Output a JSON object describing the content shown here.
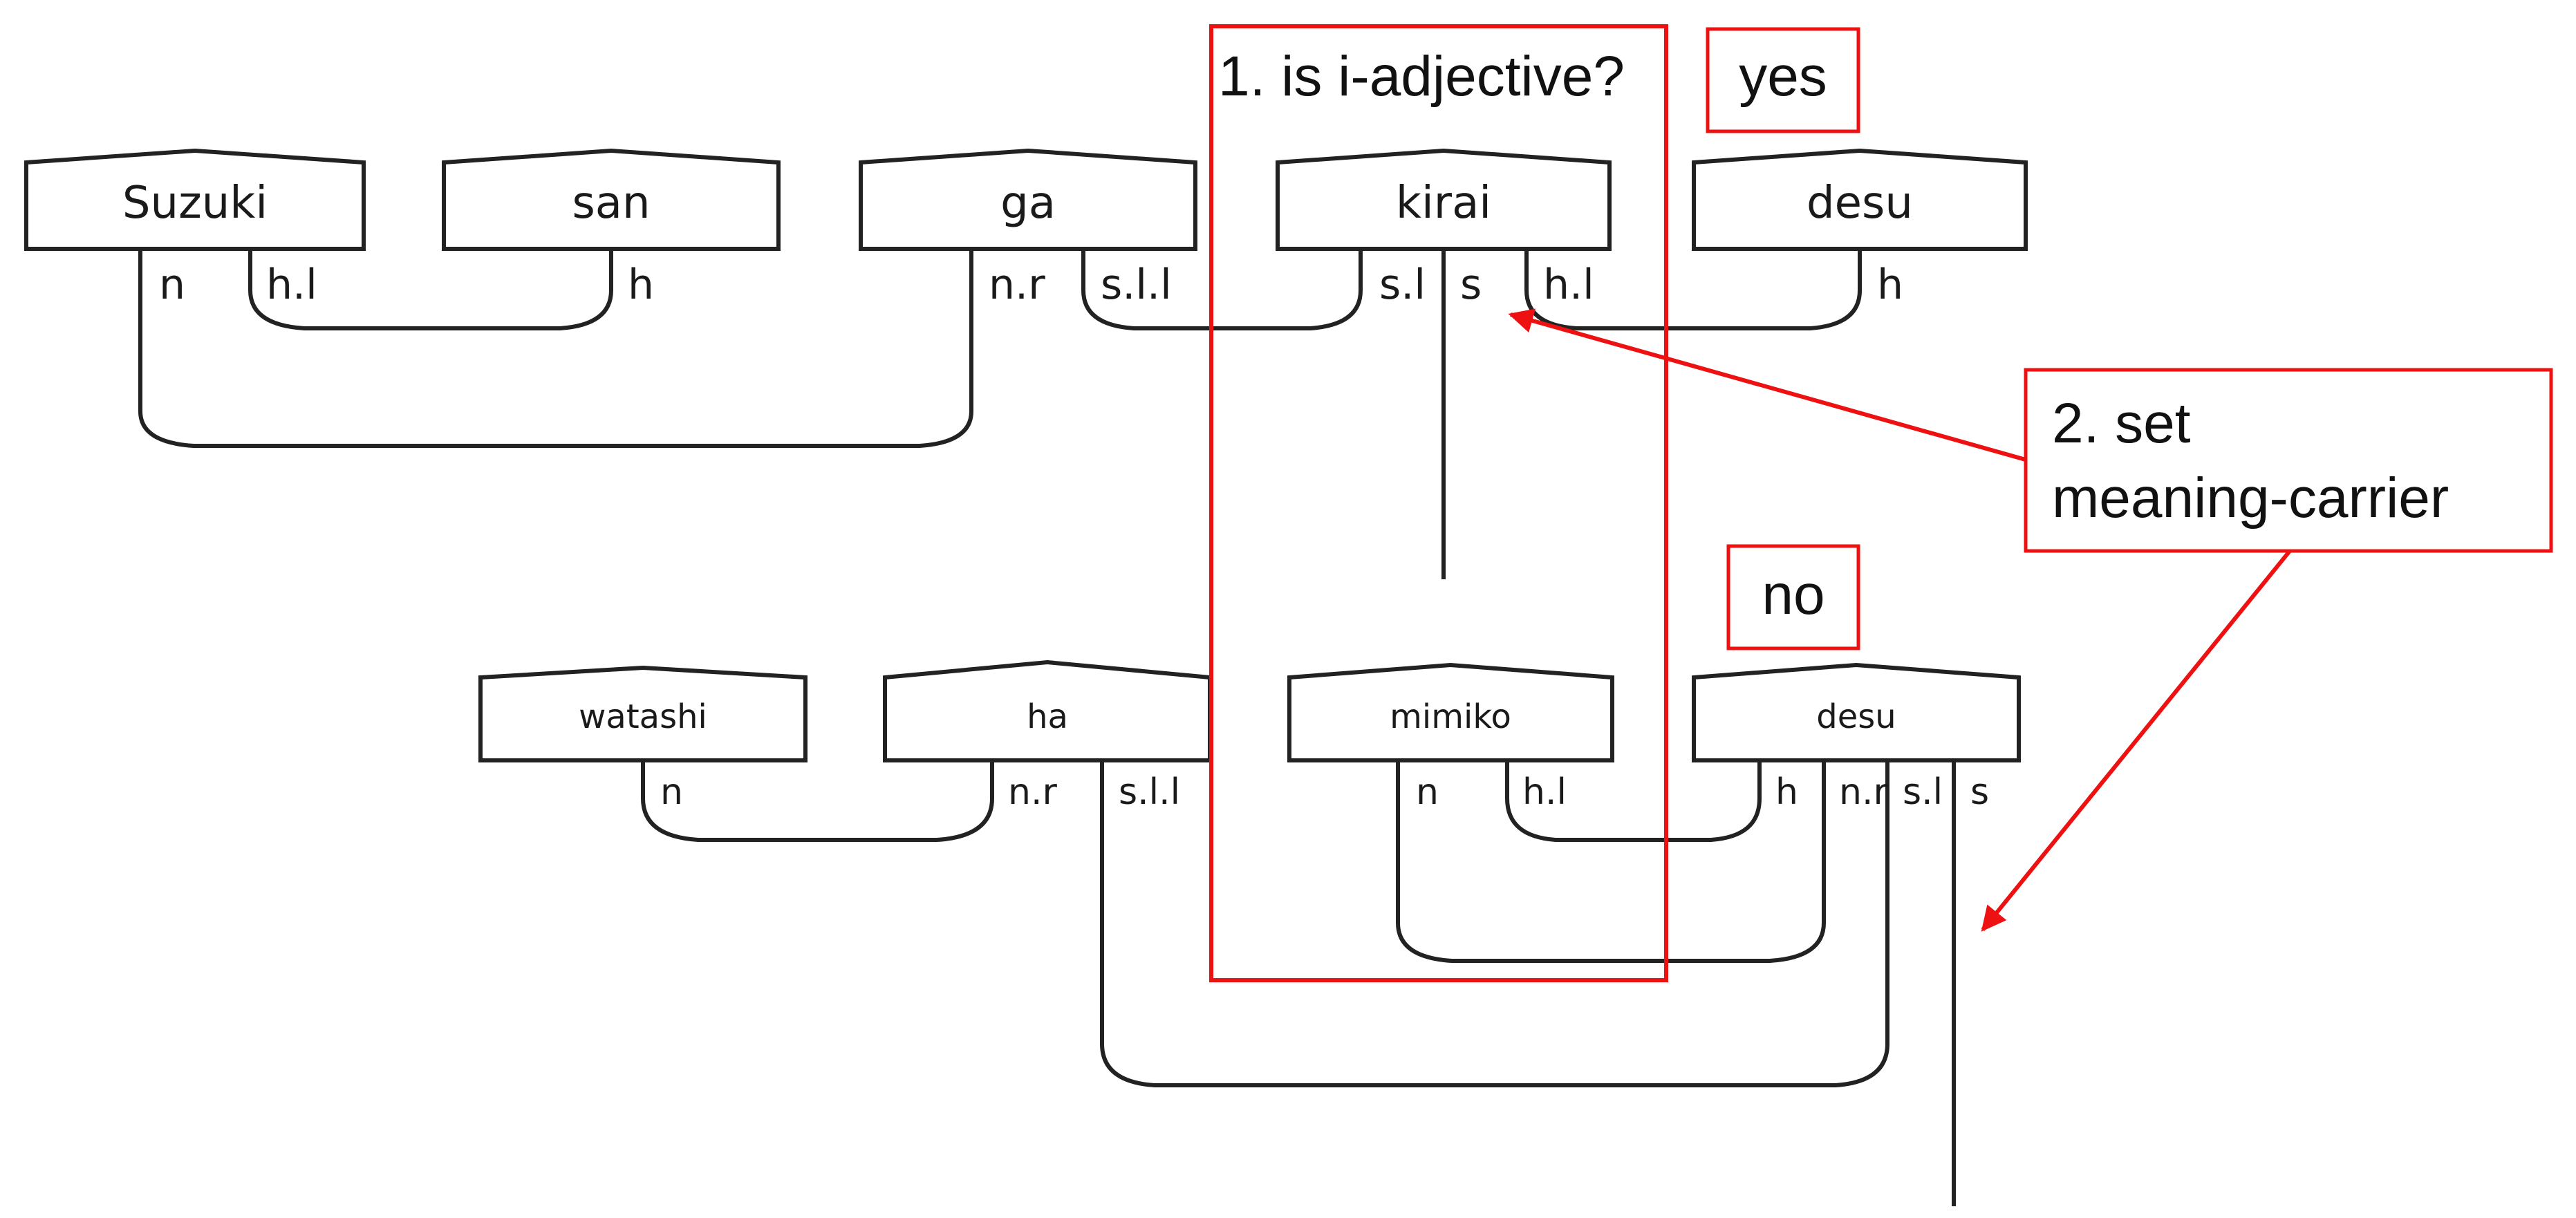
{
  "diagram": {
    "row1": {
      "words": [
        "Suzuki",
        "san",
        "ga",
        "kirai",
        "desu"
      ],
      "ports": {
        "suzuki_n": "n",
        "suzuki_hl": "h.l",
        "san_h": "h",
        "ga_nr": "n.r",
        "ga_sll": "s.l.l",
        "kirai_sl": "s.l",
        "kirai_s": "s",
        "kirai_hl": "h.l",
        "desu_h": "h"
      }
    },
    "row2": {
      "words": [
        "watashi",
        "ha",
        "mimiko",
        "desu"
      ],
      "ports": {
        "watashi_n": "n",
        "ha_nr": "n.r",
        "ha_sll": "s.l.l",
        "mimiko_n": "n",
        "mimiko_hl": "h.l",
        "desu_h": "h",
        "desu_nr": "n.r",
        "desu_sl": "s.l",
        "desu_s": "s"
      }
    },
    "annotations": {
      "step1": "1. is i-adjective?",
      "yes": "yes",
      "no": "no",
      "step2_line1": "2. set",
      "step2_line2": "meaning-carrier"
    },
    "colors": {
      "annotation": "#ee1111",
      "lines": "#222222"
    }
  }
}
